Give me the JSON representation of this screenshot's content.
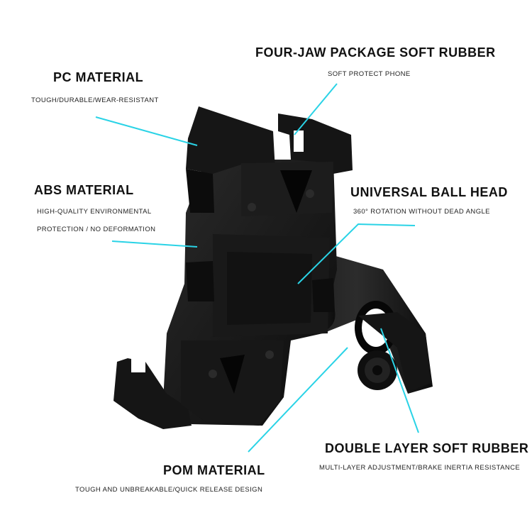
{
  "colors": {
    "leader": "#2ad3e6",
    "product": "#121212",
    "background": "#ffffff"
  },
  "labels": {
    "pc": {
      "title": "PC MATERIAL",
      "lines": [
        "TOUGH/DURABLE/WEAR-RESISTANT"
      ]
    },
    "abs": {
      "title": "ABS MATERIAL",
      "lines": [
        "HIGH-QUALITY ENVIRONMENTAL",
        "PROTECTION / NO DEFORMATION"
      ]
    },
    "jaw": {
      "title": "FOUR-JAW PACKAGE SOFT RUBBER",
      "lines": [
        "SOFT PROTECT PHONE"
      ]
    },
    "ball": {
      "title": "UNIVERSAL BALL HEAD",
      "lines": [
        "360° ROTATION WITHOUT DEAD ANGLE"
      ]
    },
    "pom": {
      "title": "POM MATERIAL",
      "lines": [
        "TOUGH AND UNBREAKABLE/QUICK RELEASE DESIGN"
      ]
    },
    "rubber": {
      "title": "DOUBLE LAYER SOFT RUBBER",
      "lines": [
        "MULTI-LAYER ADJUSTMENT/BRAKE INERTIA RESISTANCE"
      ]
    }
  }
}
